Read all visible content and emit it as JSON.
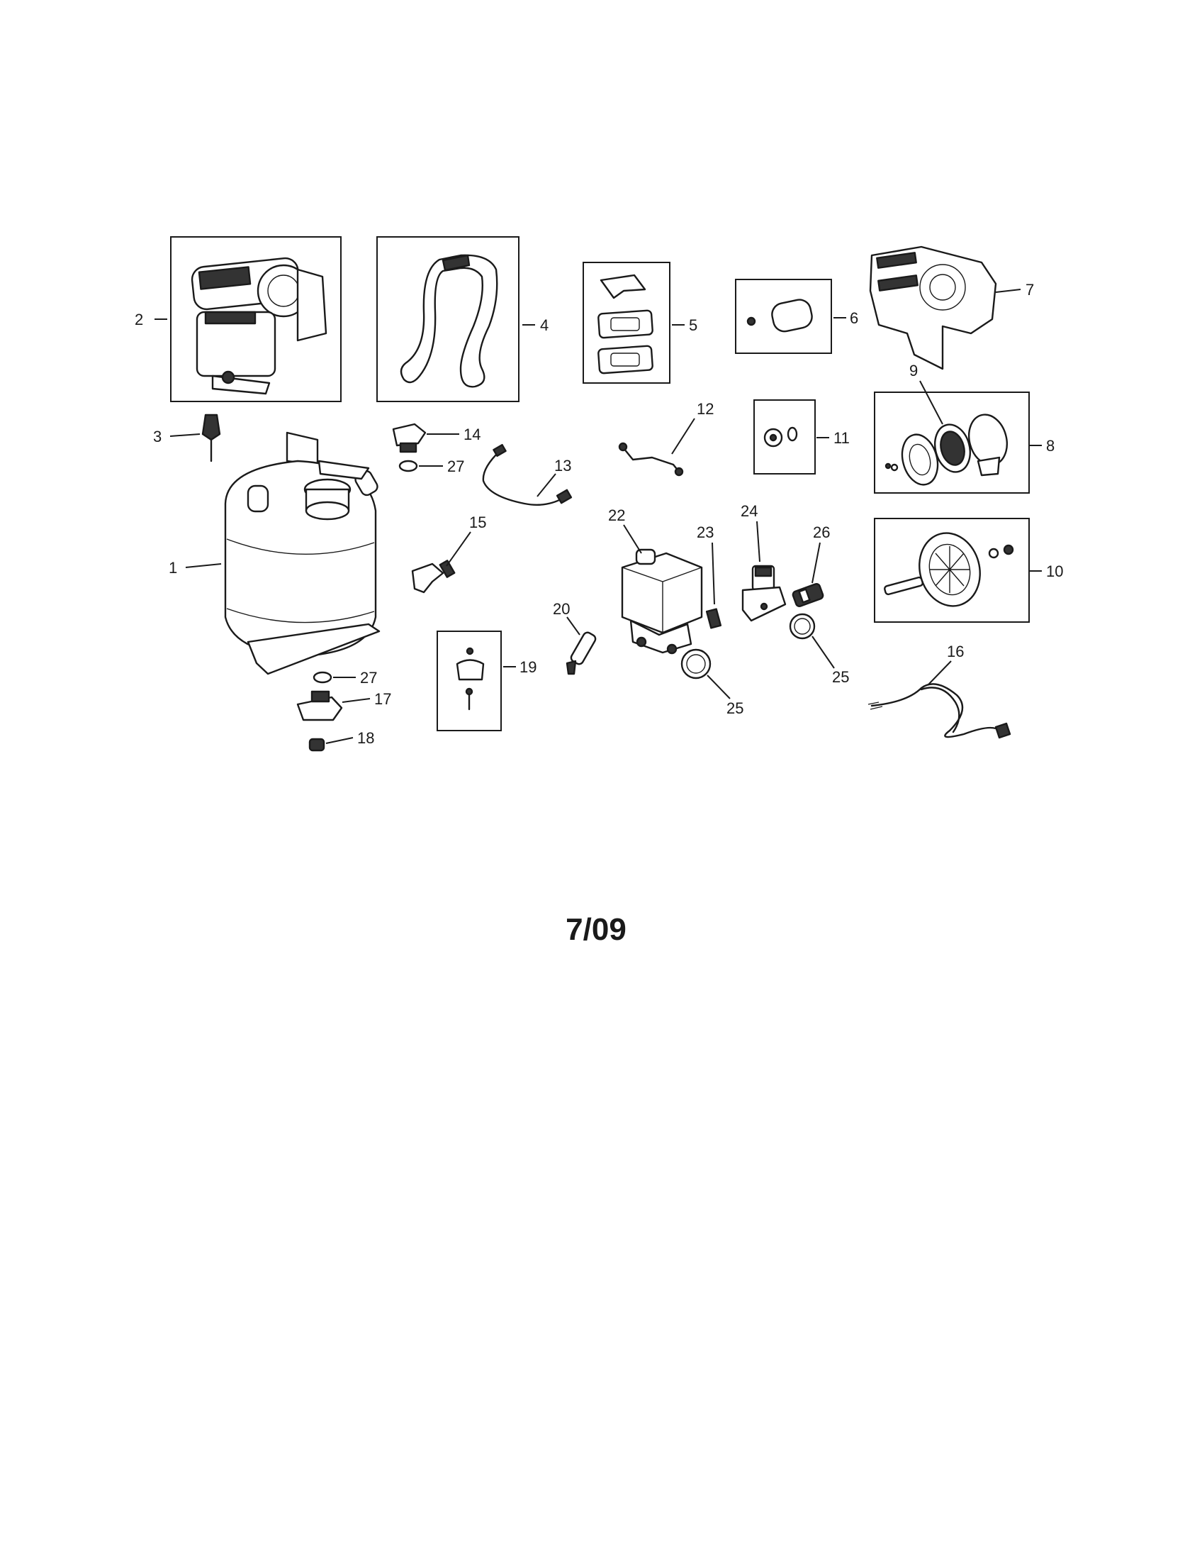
{
  "diagram": {
    "labels": {
      "p1": "1",
      "p2": "2",
      "p3": "3",
      "p4": "4",
      "p5": "5",
      "p6": "6",
      "p7": "7",
      "p8": "8",
      "p9": "9",
      "p10": "10",
      "p11": "11",
      "p12": "12",
      "p13": "13",
      "p14": "14",
      "p15": "15",
      "p16": "16",
      "p17": "17",
      "p18": "18",
      "p19": "19",
      "p20": "20",
      "p22": "22",
      "p23": "23",
      "p24": "24",
      "p25a": "25",
      "p25b": "25",
      "p26": "26",
      "p27a": "27",
      "p27b": "27"
    },
    "footer": "7/09"
  }
}
